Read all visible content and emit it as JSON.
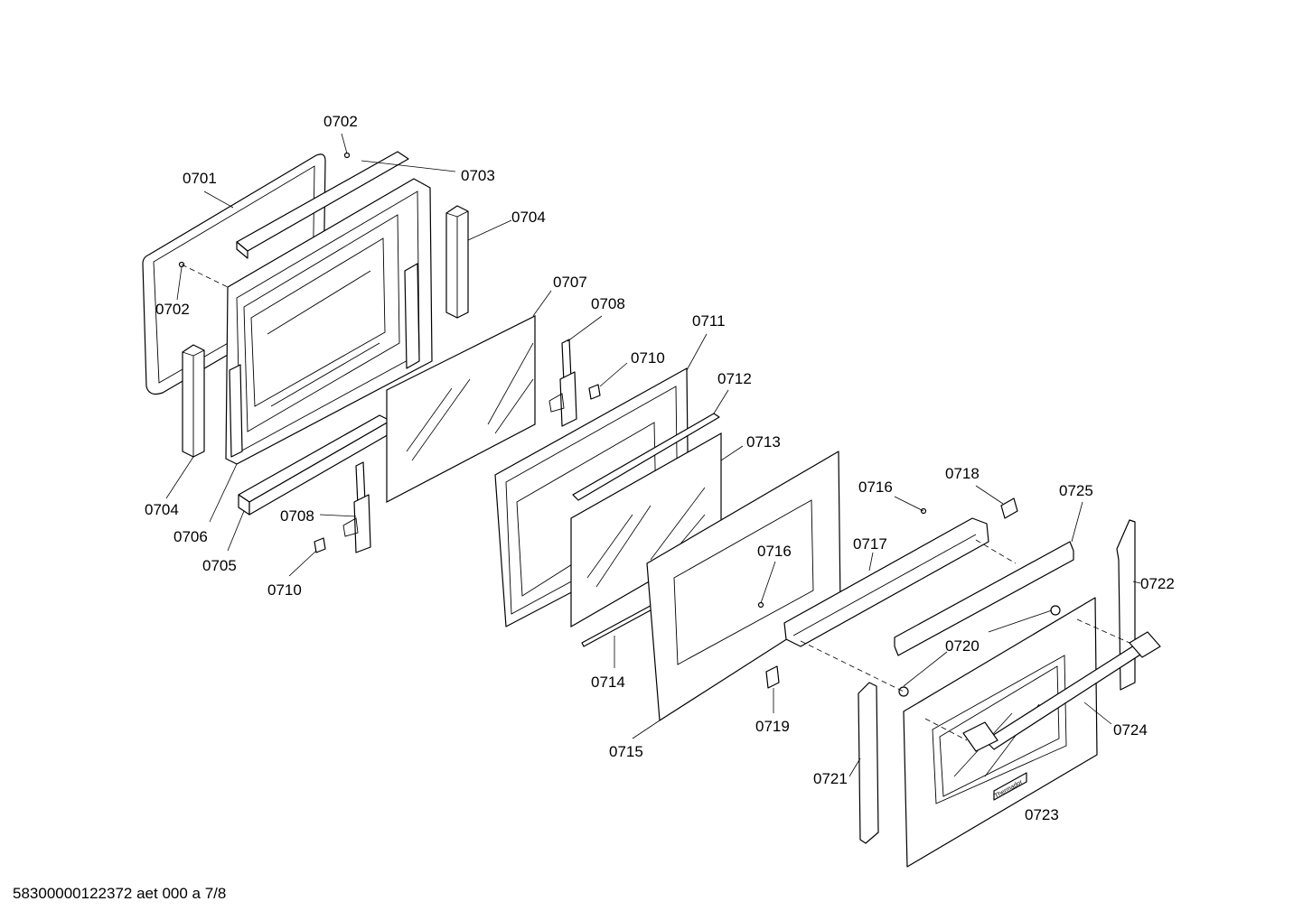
{
  "footer": "58300000122372 aet 000 a 7/8",
  "callouts": {
    "c0701": "0701",
    "c0702a": "0702",
    "c0702b": "0702",
    "c0703": "0703",
    "c0704a": "0704",
    "c0704b": "0704",
    "c0705": "0705",
    "c0706": "0706",
    "c0707": "0707",
    "c0708a": "0708",
    "c0708b": "0708",
    "c0710a": "0710",
    "c0710b": "0710",
    "c0711": "0711",
    "c0712": "0712",
    "c0713": "0713",
    "c0714": "0714",
    "c0715": "0715",
    "c0716a": "0716",
    "c0716b": "0716",
    "c0717": "0717",
    "c0718": "0718",
    "c0719": "0719",
    "c0720": "0720",
    "c0721": "0721",
    "c0722": "0722",
    "c0723": "0723",
    "c0724": "0724",
    "c0725": "0725"
  },
  "brand_plate": "Thermador"
}
